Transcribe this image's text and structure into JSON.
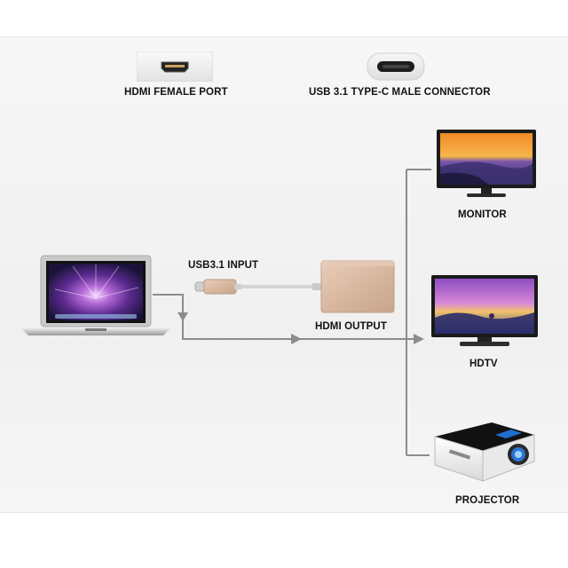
{
  "labels": {
    "hdmi_female_port": "HDMI FEMALE PORT",
    "usb_type_c_connector": "USB 3.1 TYPE-C MALE CONNECTOR",
    "usb_input": "USB3.1 INPUT",
    "hdmi_output": "HDMI OUTPUT",
    "monitor": "MONITOR",
    "hdtv": "HDTV",
    "projector": "PROJECTOR"
  },
  "colors": {
    "connector_line": "#8c8c8c",
    "adapter_gold": "#d9b8a0",
    "screen_purple": "#7a3fa0"
  },
  "icons": {
    "laptop": "laptop-icon",
    "adapter": "usb-c-hdmi-adapter-icon",
    "monitor": "monitor-icon",
    "hdtv": "tv-icon",
    "projector": "projector-icon"
  }
}
